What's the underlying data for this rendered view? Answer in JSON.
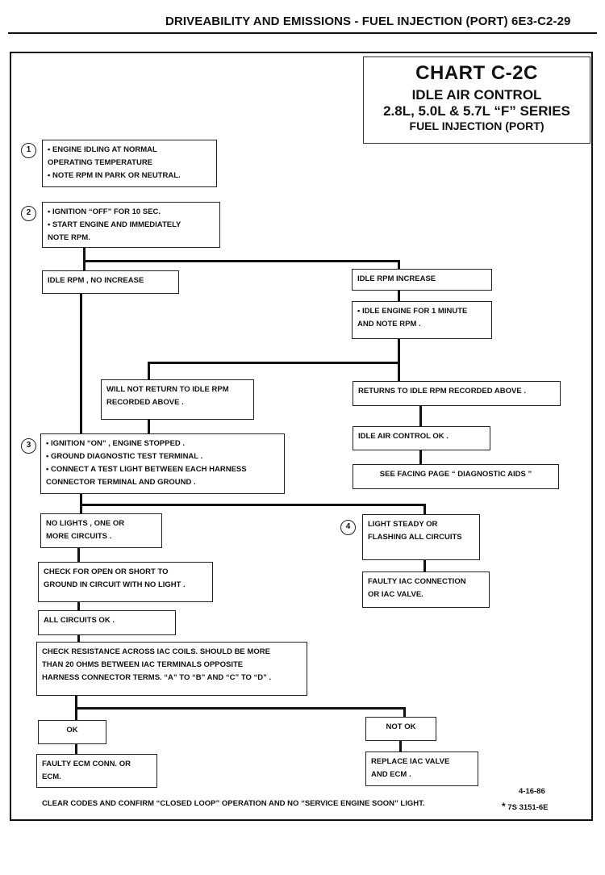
{
  "header": {
    "title": "DRIVEABILITY AND EMISSIONS - FUEL INJECTION (PORT)  6E3-C2-29"
  },
  "title_block": {
    "chart": "CHART C-2C",
    "name": "IDLE AIR CONTROL",
    "engines": "2.8L, 5.0L & 5.7L “F” SERIES",
    "system": "FUEL INJECTION (PORT)"
  },
  "steps": {
    "s1": "1",
    "s2": "2",
    "s3": "3",
    "s4": "4"
  },
  "boxes": {
    "step1": [
      "•  ENGINE IDLING AT NORMAL",
      "    OPERATING TEMPERATURE",
      "•  NOTE RPM IN PARK OR NEUTRAL."
    ],
    "step2": [
      "• IGNITION “OFF” FOR 10 SEC.",
      "• START ENGINE AND IMMEDIATELY",
      "   NOTE RPM."
    ],
    "no_increase": [
      "IDLE RPM , NO INCREASE"
    ],
    "increase": [
      "IDLE RPM INCREASE"
    ],
    "idle_1min": [
      "• IDLE ENGINE FOR 1 MINUTE",
      "   AND NOTE RPM ."
    ],
    "not_return": [
      "WILL NOT RETURN TO IDLE RPM",
      "RECORDED ABOVE ."
    ],
    "returns": [
      "RETURNS TO IDLE RPM RECORDED ABOVE ."
    ],
    "iac_ok": [
      "IDLE AIR CONTROL OK ."
    ],
    "see_facing": [
      "SEE FACING PAGE “ DIAGNOSTIC AIDS ”"
    ],
    "step3": [
      "• IGNITION “ON” , ENGINE STOPPED .",
      "• GROUND DIAGNOSTIC TEST TERMINAL .",
      "• CONNECT A TEST LIGHT BETWEEN EACH HARNESS",
      "   CONNECTOR TERMINAL AND GROUND ."
    ],
    "no_lights": [
      "NO LIGHTS , ONE OR",
      "MORE CIRCUITS ."
    ],
    "light_steady": [
      "LIGHT STEADY OR",
      "FLASHING ALL CIRCUITS"
    ],
    "check_open": [
      "CHECK FOR OPEN OR SHORT TO",
      "GROUND IN CIRCUIT WITH NO LIGHT ."
    ],
    "faulty_iac": [
      "FAULTY IAC CONNECTION",
      "OR IAC VALVE."
    ],
    "all_ok": [
      "ALL CIRCUITS OK ."
    ],
    "check_resistance": [
      "CHECK RESISTANCE ACROSS IAC COILS. SHOULD BE MORE",
      "THAN 20 OHMS BETWEEN IAC TERMINALS OPPOSITE",
      "HARNESS CONNECTOR TERMS. “A” TO “B” AND “C” TO “D” ."
    ],
    "ok": [
      "OK"
    ],
    "not_ok": [
      "NOT OK"
    ],
    "faulty_ecm": [
      "FAULTY ECM CONN. OR",
      "ECM."
    ],
    "replace_iac": [
      "REPLACE IAC VALVE",
      "AND ECM ."
    ]
  },
  "footer": {
    "note": "CLEAR CODES AND CONFIRM  “CLOSED LOOP” OPERATION AND NO  “SERVICE ENGINE SOON” LIGHT.",
    "date": "4-16-86",
    "star": "*",
    "code": "7S 3151-6E"
  }
}
